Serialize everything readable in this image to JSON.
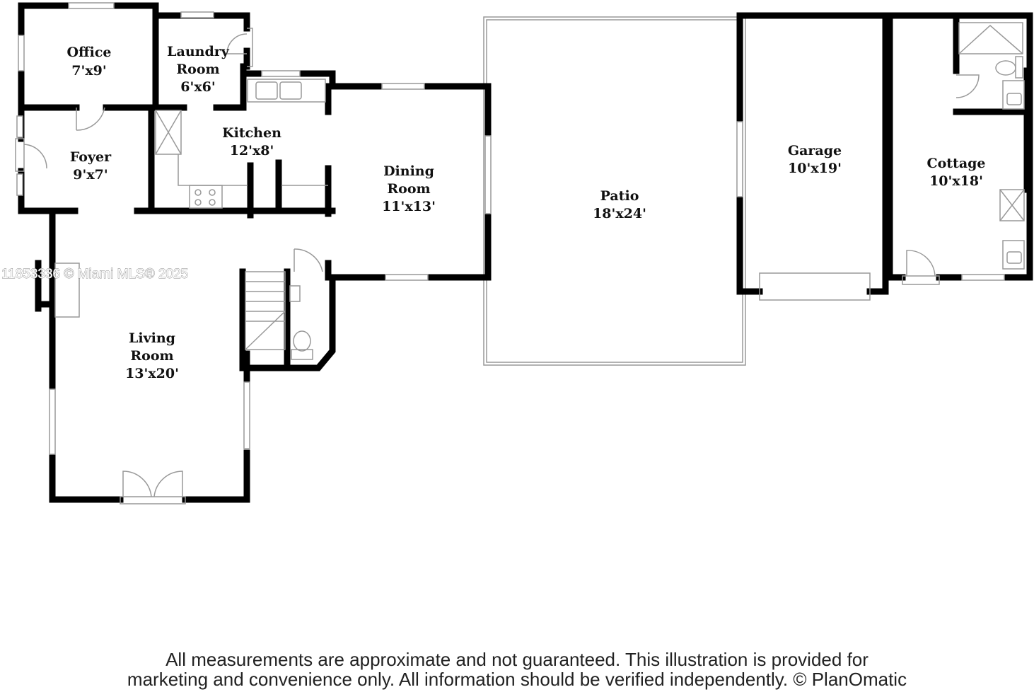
{
  "colors": {
    "wall": "#000000",
    "fixture": "#999999",
    "text": "#111111",
    "background": "#ffffff"
  },
  "watermark": "11853336 © Miami MLS® 2025",
  "rooms": {
    "office": {
      "name": "Office",
      "size": "7'x9'"
    },
    "laundry": {
      "name1": "Laundry",
      "name2": "Room",
      "size": "6'x6'"
    },
    "foyer": {
      "name": "Foyer",
      "size": "9'x7'"
    },
    "kitchen": {
      "name": "Kitchen",
      "size": "12'x8'"
    },
    "dining": {
      "name1": "Dining",
      "name2": "Room",
      "size": "11'x13'"
    },
    "living": {
      "name1": "Living",
      "name2": "Room",
      "size": "13'x20'"
    },
    "patio": {
      "name": "Patio",
      "size": "18'x24'"
    },
    "garage": {
      "name": "Garage",
      "size": "10'x19'"
    },
    "cottage": {
      "name": "Cottage",
      "size": "10'x18'"
    }
  },
  "disclaimer": {
    "line1": "All measurements are approximate and not guaranteed. This illustration is provided for",
    "line2": "marketing and convenience only. All information should be verified independently. © PlanOmatic"
  }
}
